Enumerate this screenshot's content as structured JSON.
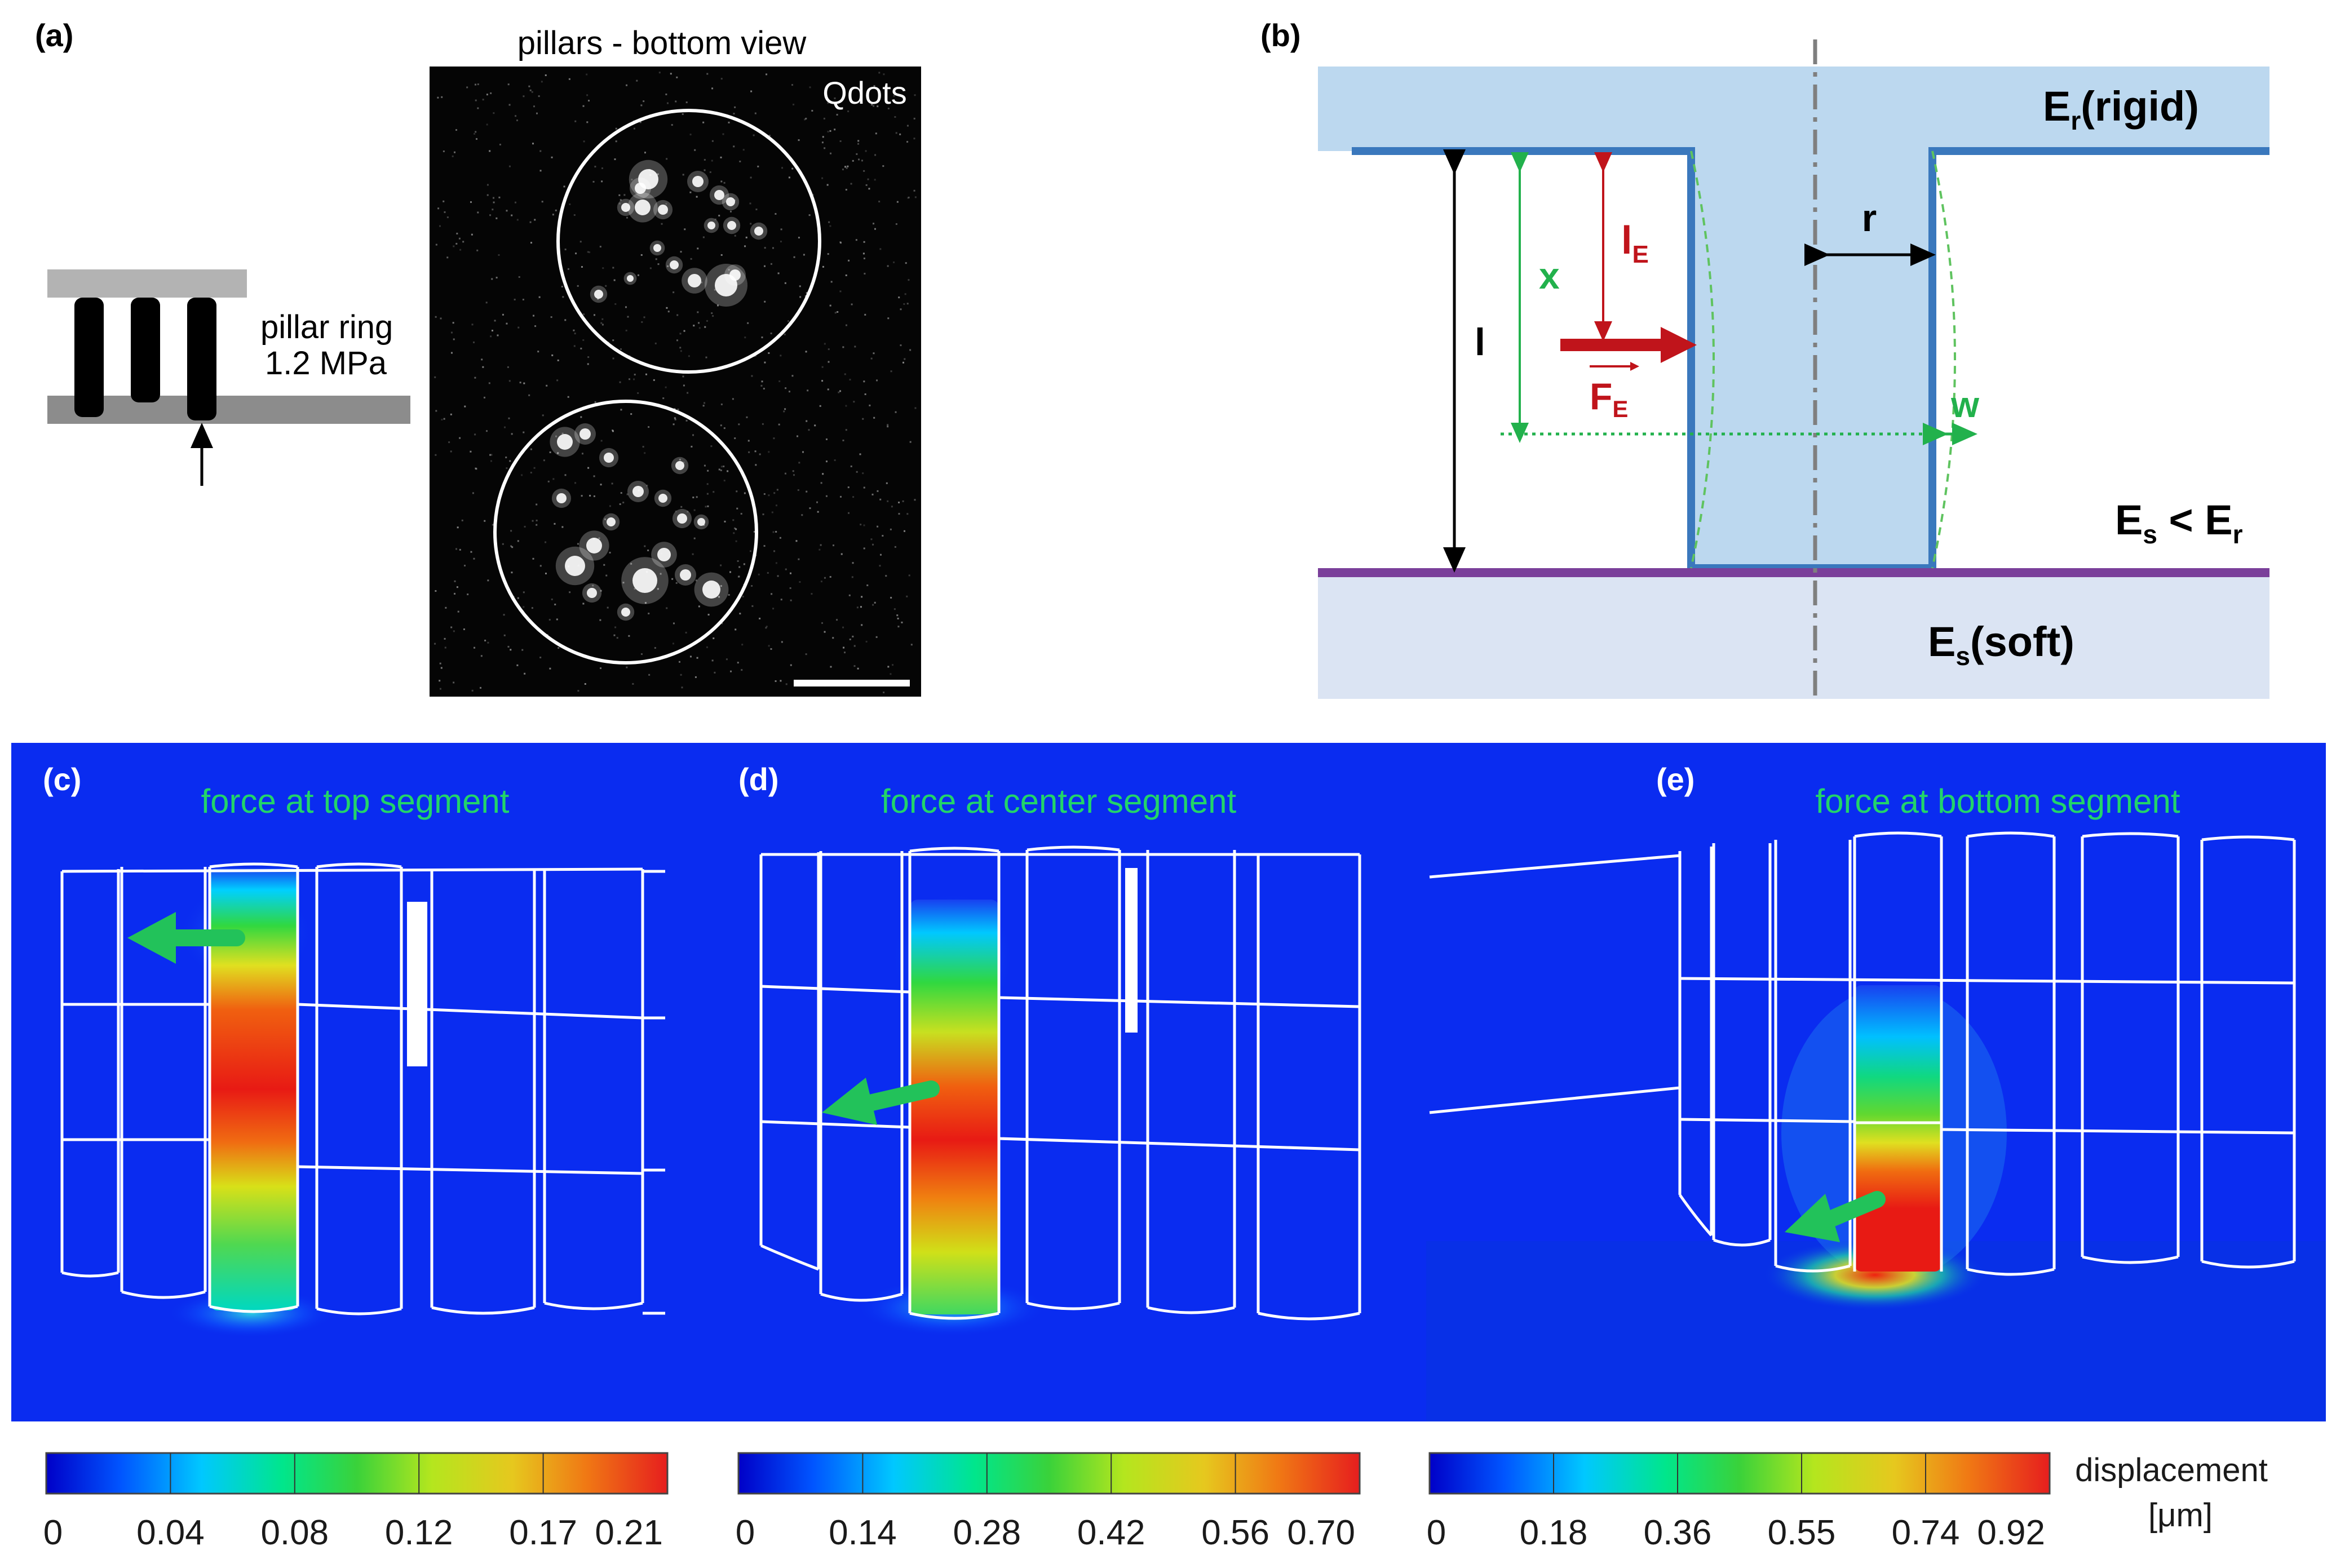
{
  "panel_a": {
    "label": "(a)",
    "image_title": "pillars - bottom view",
    "qdots_label": "Qdots",
    "ring_label_line1": "pillar ring",
    "ring_label_line2": "1.2 MPa"
  },
  "panel_b": {
    "label": "(b)",
    "rigid_label": "E",
    "rigid_sub": "r",
    "rigid_suffix": "(rigid)",
    "soft_label": "E",
    "soft_sub": "s",
    "soft_suffix": "(soft)",
    "relation_e1": "E",
    "relation_s1": "s",
    "relation_op": " < E",
    "relation_s2": "r",
    "l_label": "l",
    "x_label": "x",
    "le_label": "l",
    "le_sub": "E",
    "r_label": "r",
    "w_label": "w",
    "force_label": "F",
    "force_sub": "E"
  },
  "panels_sim": [
    {
      "label": "(c)",
      "title": "force at top segment",
      "ticks": [
        "0",
        "0.04",
        "0.08",
        "0.12",
        "0.17",
        "0.21"
      ]
    },
    {
      "label": "(d)",
      "title": "force at center segment",
      "ticks": [
        "0",
        "0.14",
        "0.28",
        "0.42",
        "0.56",
        "0.70"
      ]
    },
    {
      "label": "(e)",
      "title": "force at bottom segment",
      "ticks": [
        "0",
        "0.18",
        "0.36",
        "0.55",
        "0.74",
        "0.92"
      ]
    }
  ],
  "colorbar": {
    "units_line1": "displacement",
    "units_line2": "[μm]",
    "colors": [
      "#0000c8",
      "#0055ff",
      "#00c8ff",
      "#00e68c",
      "#3ad23a",
      "#b4e61e",
      "#e6c81e",
      "#f07814",
      "#e61e1e"
    ]
  },
  "colors": {
    "sim_background": "#0a2cf0",
    "rigid_fill": "#bcd8ef",
    "soft_fill": "#dbe4f3",
    "outline_blue": "#3a78bd",
    "substrate_purple": "#7a3f9a",
    "force_red": "#c0141b",
    "green_annotation": "#22b14c"
  }
}
